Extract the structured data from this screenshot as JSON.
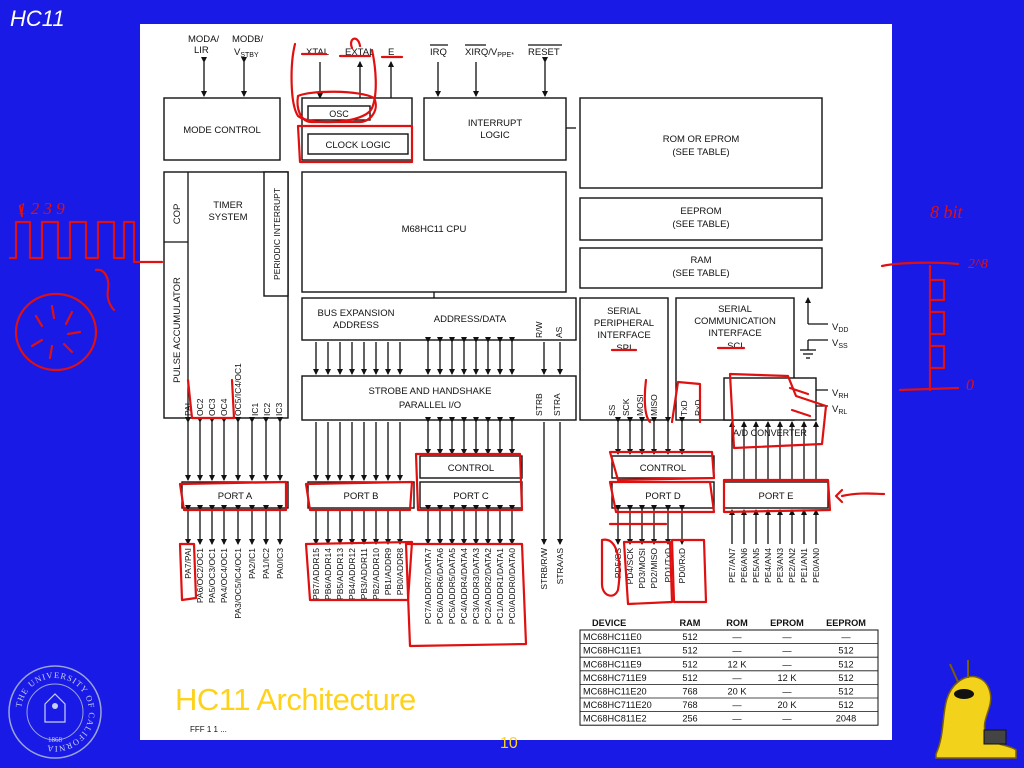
{
  "slide": {
    "header": "HC11",
    "title": "HC11 Architecture",
    "page_number": "10",
    "partial_caption": "FFF 1 1 ..."
  },
  "colors": {
    "background": "#1a1ae6",
    "title": "#ffd21a",
    "annotation_ink": "#e01010",
    "panel": "#ffffff"
  },
  "seal": {
    "text": "THE UNIVERSITY OF CALIFORNIA",
    "year": "1868"
  },
  "diagram": {
    "top_signals": {
      "moda": "MODA/",
      "moda2": "LIR",
      "modb": "MODB/",
      "modb2": "V",
      "modb_sub": "STBY",
      "xtal": "XTAL",
      "extal": "EXTAL",
      "e": "E",
      "irq": "IRQ",
      "xirq": "XIRQ/V",
      "xirq_sub": "PPE*",
      "reset": "RESET"
    },
    "blocks": {
      "mode_control": "MODE CONTROL",
      "osc": "OSC",
      "clock_logic": "CLOCK LOGIC",
      "interrupt_logic_1": "INTERRUPT",
      "interrupt_logic_2": "LOGIC",
      "rom_1": "ROM OR EPROM",
      "rom_2": "(SEE TABLE)",
      "eeprom_1": "EEPROM",
      "eeprom_2": "(SEE TABLE)",
      "ram_1": "RAM",
      "ram_2": "(SEE TABLE)",
      "cop": "COP",
      "timer_1": "TIMER",
      "timer_2": "SYSTEM",
      "periodic_interrupt": "PERIODIC INTERRUPT",
      "pulse_accumulator": "PULSE ACCUMULATOR",
      "cpu": "M68HC11 CPU",
      "bus_expansion_1": "BUS EXPANSION",
      "bus_expansion_2": "ADDRESS",
      "address_data": "ADDRESS/DATA",
      "rw": "R/W",
      "as": "AS",
      "spi_1": "SERIAL",
      "spi_2": "PERIPHERAL",
      "spi_3": "INTERFACE",
      "spi_4": "SPI",
      "sci_1": "SERIAL",
      "sci_2": "COMMUNICATION",
      "sci_3": "INTERFACE",
      "sci_4": "SCI",
      "strobe_1": "STROBE AND HANDSHAKE",
      "strobe_2": "PARALLEL I/O",
      "strb": "STRB",
      "stra": "STRA",
      "ad_converter": "A/D CONVERTER",
      "control_c": "CONTROL",
      "control_d": "CONTROL",
      "port_a": "PORT A",
      "port_b": "PORT B",
      "port_c": "PORT C",
      "port_d": "PORT D",
      "port_e": "PORT E"
    },
    "power": {
      "vdd": "V",
      "vdd_sub": "DD",
      "vss": "V",
      "vss_sub": "SS",
      "vrh": "V",
      "vrh_sub": "RH",
      "vrl": "V",
      "vrl_sub": "RL"
    },
    "timer_pins": [
      "PAI",
      "OC2",
      "OC3",
      "OC4",
      "OC5/IC4/OC1",
      "IC1",
      "IC2",
      "IC3"
    ],
    "spi_pins": [
      "SS",
      "SCK",
      "MOSI",
      "MISO"
    ],
    "sci_pins": [
      "TxD",
      "RxD"
    ],
    "port_a_pins": [
      "PA7/PAI",
      "PA6/OC2/OC1",
      "PA5/OC3/OC1",
      "PA4/OC4/OC1",
      "PA3/OC5/IC4/OC1",
      "PA2/IC1",
      "PA1/IC2",
      "PA0/IC3"
    ],
    "port_b_pins": [
      "PB7/ADDR15",
      "PB6/ADDR14",
      "PB5/ADDR13",
      "PB4/ADDR12",
      "PB3/ADDR11",
      "PB2/ADDR10",
      "PB1/ADDR9",
      "PB0/ADDR8"
    ],
    "port_c_pins": [
      "PC7/ADDR7/DATA7",
      "PC6/ADDR6/DATA6",
      "PC5/ADDR5/DATA5",
      "PC4/ADDR4/DATA4",
      "PC3/ADDR3/DATA3",
      "PC2/ADDR2/DATA2",
      "PC1/ADDR1/DATA1",
      "PC0/ADDR0/DATA0"
    ],
    "strobe_pins": [
      "STRB/R/W",
      "STRA/AS"
    ],
    "port_d_pins": [
      "PD5/SS",
      "PD4/SCK",
      "PD3/MOSI",
      "PD2/MISO",
      "PD1/TxD",
      "PD0/RxD"
    ],
    "port_e_pins": [
      "PE7/AN7",
      "PE6/AN6",
      "PE5/AN5",
      "PE4/AN4",
      "PE3/AN3",
      "PE2/AN2",
      "PE1/AN1",
      "PE0/AN0"
    ],
    "device_table": {
      "headers": [
        "DEVICE",
        "RAM",
        "ROM",
        "EPROM",
        "EEPROM"
      ],
      "rows": [
        [
          "MC68HC11E0",
          "512",
          "—",
          "—",
          "—"
        ],
        [
          "MC68HC11E1",
          "512",
          "—",
          "—",
          "512"
        ],
        [
          "MC68HC11E9",
          "512",
          "12 K",
          "—",
          "512"
        ],
        [
          "MC68HC711E9",
          "512",
          "—",
          "12 K",
          "512"
        ],
        [
          "MC68HC11E20",
          "768",
          "20 K",
          "—",
          "512"
        ],
        [
          "MC68HC711E20",
          "768",
          "—",
          "20 K",
          "512"
        ],
        [
          "MC68HC811E2",
          "256",
          "—",
          "—",
          "2048"
        ]
      ]
    }
  },
  "annotations": {
    "clock_numbers": "1 2 3 9",
    "bits": "8 bit",
    "level_top": "2^8",
    "level_bottom": "0"
  }
}
